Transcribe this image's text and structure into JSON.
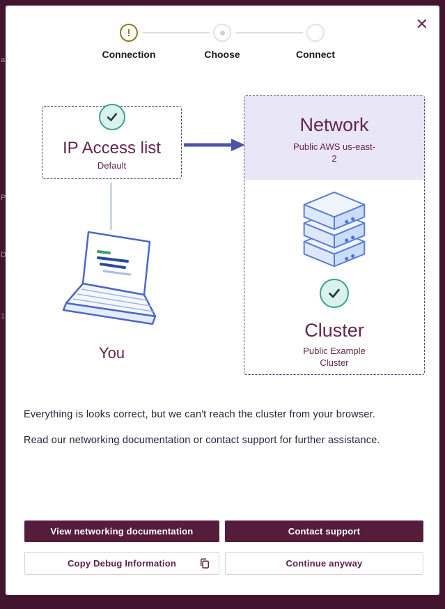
{
  "colors": {
    "frame_background": "#42142e",
    "brand_maroon": "#561c3c",
    "title_plum": "#65254c",
    "arrow_blue": "#4d55a9",
    "lavender_panel": "#e9e6f8",
    "check_teal": "#36a493",
    "warning_olive": "#8a7d1f",
    "connector_grey": "#d9dee6"
  },
  "modal": {
    "close_icon": "✕"
  },
  "stepper": {
    "steps": [
      {
        "label": "Connection",
        "icon": "!",
        "state": "warning"
      },
      {
        "label": "Choose",
        "state": "active"
      },
      {
        "label": "Connect",
        "state": "upcoming"
      }
    ]
  },
  "diagram": {
    "ip_access_list": {
      "title": "IP Access list",
      "subtitle": "Default"
    },
    "network": {
      "title": "Network",
      "subtitle": "Public AWS us-east-2"
    },
    "cluster": {
      "title": "Cluster",
      "subtitle": "Public Example Cluster"
    },
    "you_label": "You"
  },
  "messages": {
    "line1": "Everything is looks correct, but we can't reach the cluster from your browser.",
    "line2": "Read our networking documentation or contact support for further assistance."
  },
  "actions": {
    "view_docs": "View networking documentation",
    "contact_support": "Contact support",
    "copy_debug": "Copy Debug Information",
    "continue_anyway": "Continue anyway"
  },
  "background_fragments": {
    "f1": "a",
    "f2": "P",
    "f3": "D",
    "f4": "1"
  }
}
